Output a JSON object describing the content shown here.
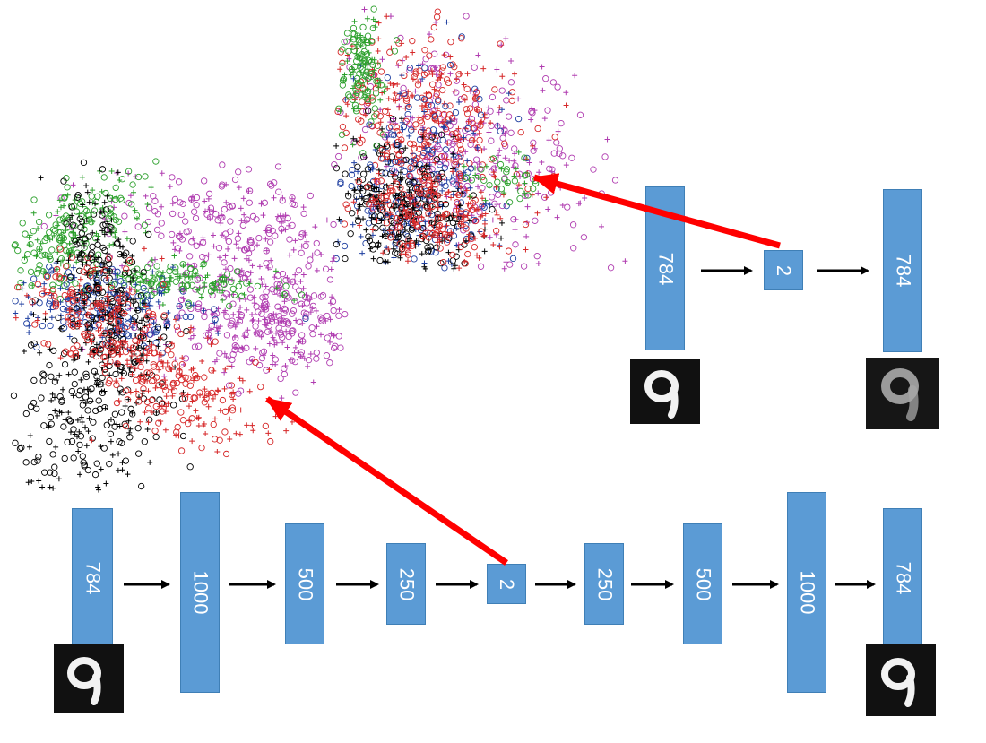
{
  "shallow": {
    "layers": [
      "784",
      "2",
      "784"
    ]
  },
  "deep": {
    "layers": [
      "784",
      "1000",
      "500",
      "250",
      "2",
      "250",
      "500",
      "1000",
      "784"
    ]
  },
  "colors": {
    "layer_fill": "#5b9bd5",
    "arrow_red": "#ff0000",
    "arrow_black": "#000000",
    "class_colors": [
      "#2ca02c",
      "#000000",
      "#d62728",
      "#1f3fa0",
      "#b03cb0"
    ]
  },
  "icons": [
    "digit-nine-image"
  ]
}
